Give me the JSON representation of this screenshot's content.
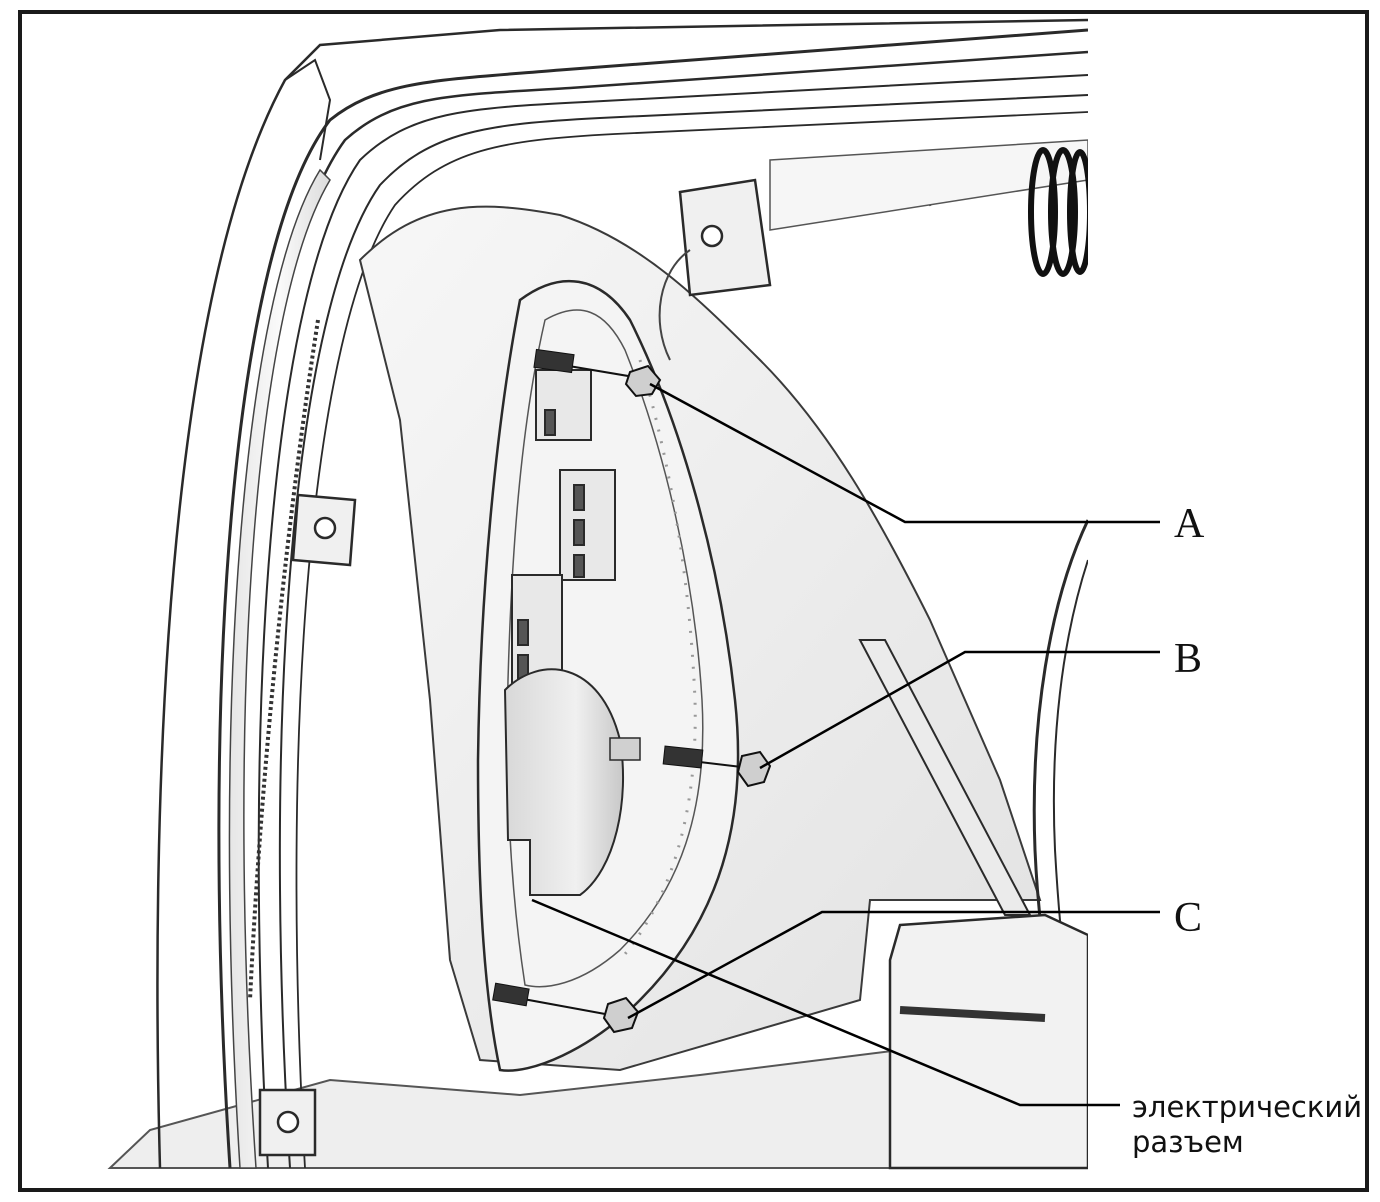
{
  "figure": {
    "title": "",
    "subject": "rear tail-lamp cavity with three mounting studs and nuts"
  },
  "callouts": [
    {
      "id": "a",
      "label": "A"
    },
    {
      "id": "b",
      "label": "B"
    },
    {
      "id": "c",
      "label": "C"
    }
  ],
  "connector_label": {
    "line1": "электрический",
    "line2": "разъем"
  },
  "colors": {
    "frame": "#1a1a1a",
    "outline": "#2a2a2a",
    "surface_light": "#f2f2f2",
    "surface_mid": "#d9d9d9",
    "surface_dark": "#a8a8a8",
    "leader": "#000000"
  }
}
